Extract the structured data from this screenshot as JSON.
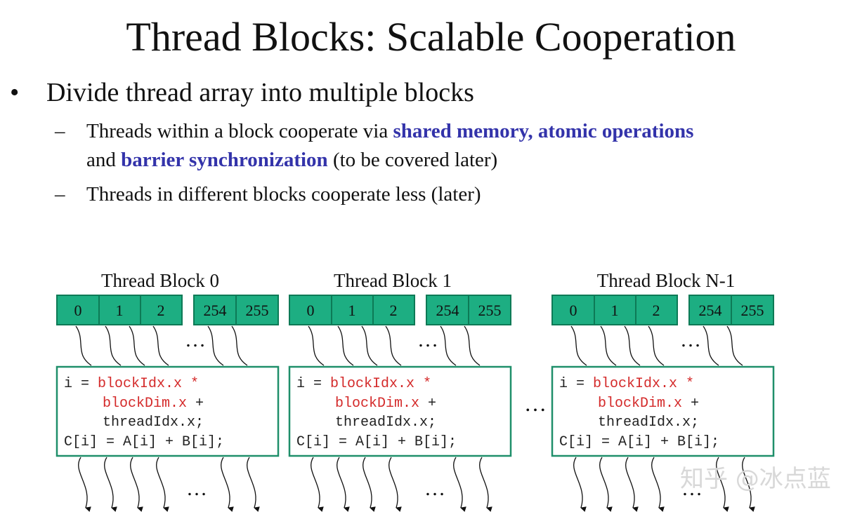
{
  "title": "Thread Blocks: Scalable Cooperation",
  "bullet": {
    "text": "Divide thread array into multiple blocks",
    "subpoints": {
      "a_part1": "Threads within a block cooperate via ",
      "a_highlight1": "shared memory, atomic operations",
      "a_part2": "and ",
      "a_highlight2": "barrier synchronization",
      "a_part3": " (to be covered later)",
      "b": "Threads in different blocks cooperate less (later)"
    }
  },
  "diagram": {
    "ellipsis": "…",
    "blocks": [
      {
        "label": "Thread Block 0",
        "threads": [
          "0",
          "1",
          "2",
          "254",
          "255"
        ],
        "code": {
          "l1a": "i = ",
          "l1b": "blockIdx.x *",
          "l2a": "blockDim.x",
          "l2b": " +",
          "l3": "threadIdx.x;",
          "l4": "C[i] = A[i] + B[i];"
        }
      },
      {
        "label": "Thread Block 1",
        "threads": [
          "0",
          "1",
          "2",
          "254",
          "255"
        ],
        "code": {
          "l1a": "i = ",
          "l1b": "blockIdx.x *",
          "l2a": "blockDim.x",
          "l2b": " +",
          "l3": "threadIdx.x;",
          "l4": "C[i] = A[i] + B[i];"
        }
      },
      {
        "label": "Thread Block N-1",
        "threads": [
          "0",
          "1",
          "2",
          "254",
          "255"
        ],
        "code": {
          "l1a": "i = ",
          "l1b": "blockIdx.x *",
          "l2a": "blockDim.x",
          "l2b": " +",
          "l3": "threadIdx.x;",
          "l4": "C[i] = A[i] + B[i];"
        }
      }
    ]
  },
  "watermark": "知乎 @冰点蓝",
  "colors": {
    "cell": "#1dae82",
    "highlight": "#3333aa",
    "code_keyword": "#d42a2a",
    "box_border": "#1f8f6a"
  }
}
